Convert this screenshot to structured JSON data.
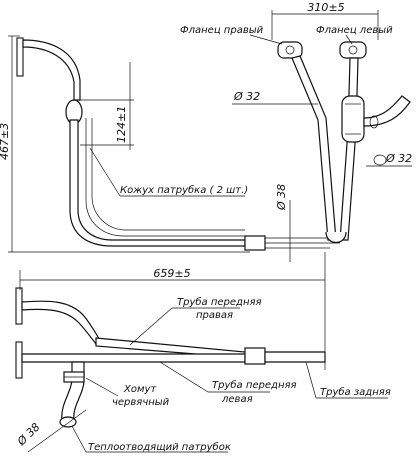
{
  "dimensions": {
    "height_total": "467±3",
    "collar_offset": "124±1",
    "diameter_38_top": "38",
    "length_total": "659±5",
    "flange_span": "310±5",
    "diameter_32_left": "32",
    "diameter_32_right": "32",
    "diameter_38_bottom": "38"
  },
  "labels": {
    "flange_right": "Фланец правый",
    "flange_left": "Фланец левый",
    "casing": "Кожух патрубка ( 2 шт.)",
    "pipe_front_right": "Труба передняя правая",
    "pipe_front_left": "Труба передняя левая",
    "pipe_rear": "Труба задняя",
    "clamp": "Хомут червячный",
    "heat_pipe": "Теплоотводящий патрубок"
  }
}
